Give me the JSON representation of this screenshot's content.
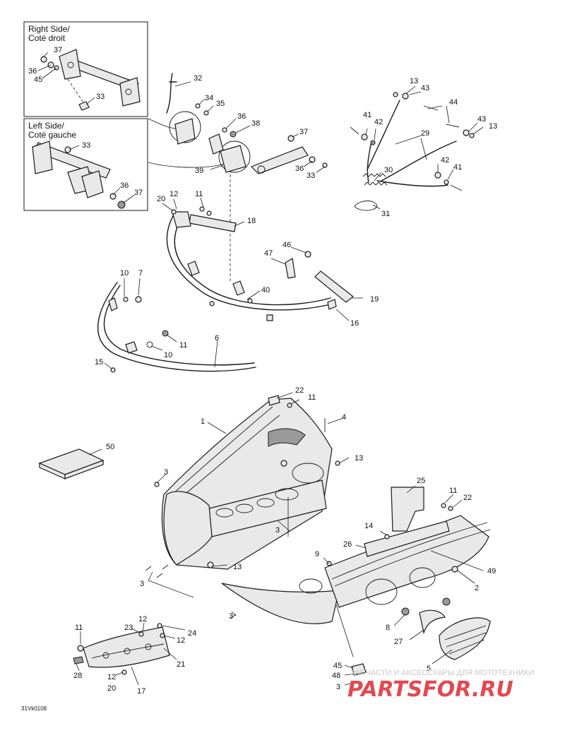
{
  "inset_boxes": {
    "right_side": {
      "title_line1": "Right Side/",
      "title_line2": "Coté droit"
    },
    "left_side": {
      "title_line1": "Left Side/",
      "title_line2": "Coté gauche"
    }
  },
  "diagram_code": "31Vk0108",
  "watermark": {
    "subtitle": "ЗАПЧАСТИ И АКСЕССУАРЫ ДЛЯ МОТОТЕХНИКИ",
    "logo": "PARTSFOR.RU"
  },
  "callouts": [
    "37",
    "36",
    "45",
    "33",
    "33",
    "36",
    "37",
    "32",
    "34",
    "35",
    "36",
    "38",
    "37",
    "39",
    "36",
    "33",
    "13",
    "43",
    "44",
    "41",
    "42",
    "29",
    "43",
    "13",
    "30",
    "42",
    "41",
    "31",
    "20",
    "12",
    "11",
    "18",
    "47",
    "46",
    "40",
    "19",
    "16",
    "10",
    "7",
    "11",
    "10",
    "6",
    "15",
    "22",
    "11",
    "1",
    "4",
    "13",
    "50",
    "3",
    "3",
    "13",
    "3",
    "9",
    "25",
    "11",
    "22",
    "14",
    "26",
    "49",
    "2",
    "3",
    "8",
    "27",
    "5",
    "11",
    "23",
    "12",
    "24",
    "12",
    "21",
    "28",
    "12",
    "20",
    "17",
    "45",
    "48",
    "3"
  ]
}
